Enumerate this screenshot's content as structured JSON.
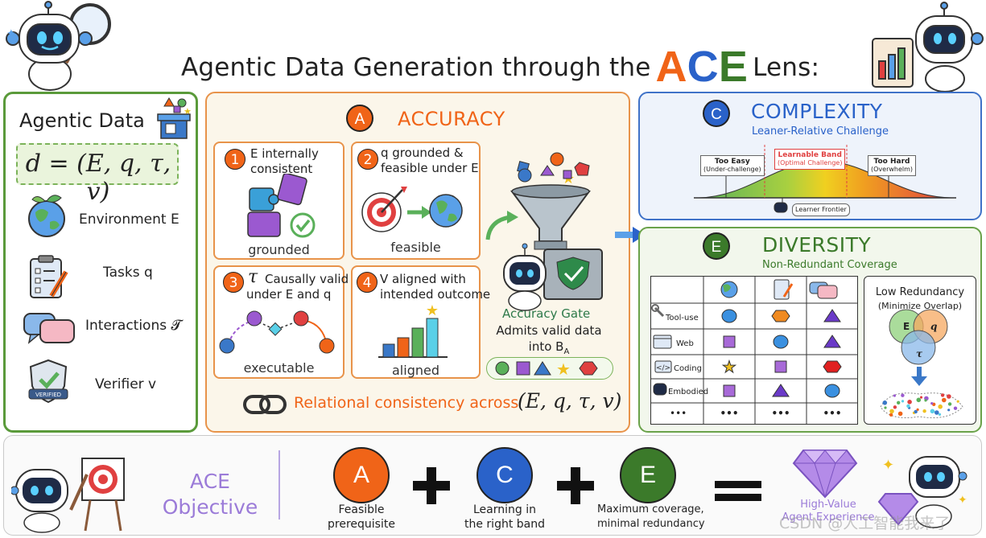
{
  "title": {
    "prefix": "Agentic Data Generation through the",
    "a": "A",
    "c": "C",
    "e": "E",
    "suffix": "Lens:"
  },
  "agentic_data": {
    "heading": "Agentic Data",
    "formula": "d = (E, q, τ, v)",
    "items": [
      {
        "label": "Environment E"
      },
      {
        "label": "Tasks q"
      },
      {
        "label": "Interactions 𝓣"
      },
      {
        "label": "Verifier v"
      }
    ],
    "verified_badge": "VERIFIED"
  },
  "accuracy": {
    "letter": "A",
    "title": "ACCURACY",
    "items": [
      {
        "num": "1",
        "text_line1": "E internally",
        "text_line2": "consistent",
        "caption": "grounded"
      },
      {
        "num": "2",
        "text_line1": "q grounded &",
        "text_line2": "feasible under E",
        "caption": "feasible"
      },
      {
        "num": "3",
        "symbol": "τ",
        "text_line1": "Causally valid",
        "text_line2": "under E and q",
        "caption": "executable"
      },
      {
        "num": "4",
        "text_line1": "V aligned with",
        "text_line2": "intended outcome",
        "caption": "aligned"
      }
    ],
    "gate_title": "Accuracy Gate",
    "gate_line1": "Admits valid data",
    "gate_line2": "into B",
    "gate_sub": "A",
    "relational": "Relational consistency across",
    "relational_formula": "(E, q, τ, v)",
    "colors": {
      "accent": "#f06418"
    }
  },
  "complexity": {
    "letter": "C",
    "title": "COMPLEXITY",
    "subtitle": "Leaner-Relative Challenge",
    "too_easy": "Too Easy",
    "too_easy_sub": "(Under-challenge)",
    "band": "Learnable Band",
    "band_sub": "(Optimal Challenge)",
    "too_hard": "Too Hard",
    "too_hard_sub": "(Overwhelm)",
    "frontier": "Learner Frontier"
  },
  "diversity": {
    "letter": "E",
    "title": "DIVERSITY",
    "subtitle": "Non-Redundant Coverage",
    "rows": [
      {
        "label": "Tool-use",
        "shapes": [
          "circle",
          "hexagon",
          "triangle"
        ]
      },
      {
        "label": "Web",
        "shapes": [
          "square",
          "circle",
          "triangle"
        ]
      },
      {
        "label": "Coding",
        "shapes": [
          "star",
          "square",
          "hexagon"
        ]
      },
      {
        "label": "Embodied",
        "shapes": [
          "square",
          "triangle",
          "circle"
        ]
      },
      {
        "label": "•••",
        "shapes": [
          "dots",
          "dots",
          "dots"
        ]
      }
    ],
    "low_redundancy": "Low Redundancy",
    "low_redundancy_sub": "(Minimize Overlap)",
    "venn": [
      "E",
      "q",
      "τ"
    ]
  },
  "objective": {
    "title_line1": "ACE",
    "title_line2": "Objective",
    "a": {
      "letter": "A",
      "line1": "Feasible",
      "line2": "prerequisite"
    },
    "c": {
      "letter": "C",
      "line1": "Learning in",
      "line2": "the right band"
    },
    "e": {
      "letter": "E",
      "line1": "Maximum coverage,",
      "line2": "minimal redundancy"
    },
    "result_line1": "High-Value",
    "result_line2": "Agent Experience"
  },
  "watermark": "CSDN @人工智能我来了"
}
